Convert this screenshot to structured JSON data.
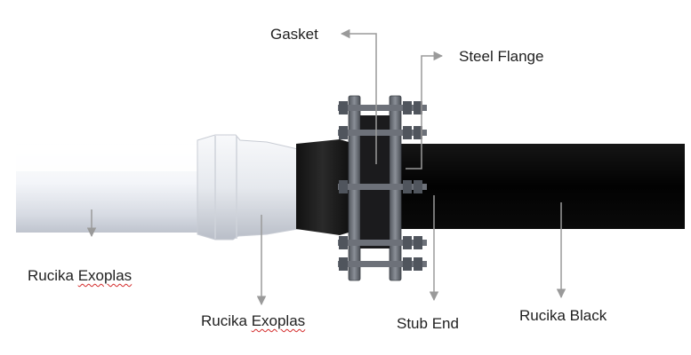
{
  "labels": {
    "gasket": "Gasket",
    "steel_flange": "Steel Flange",
    "left_pipe_prefix": "Rucika ",
    "left_pipe_misspelled": "Exoplas",
    "adapter_prefix": "Rucika ",
    "adapter_misspelled": "Exoplas",
    "stub_end": "Stub End",
    "right_pipe": "Rucika Black"
  },
  "colors": {
    "white_pipe": "#f2f4f8",
    "white_pipe_shadow": "#c9ced8",
    "black_pipe": "#020202",
    "flange": "#6b7078",
    "arrow": "#9a9a9a",
    "spellcheck": "#d42a2a"
  }
}
